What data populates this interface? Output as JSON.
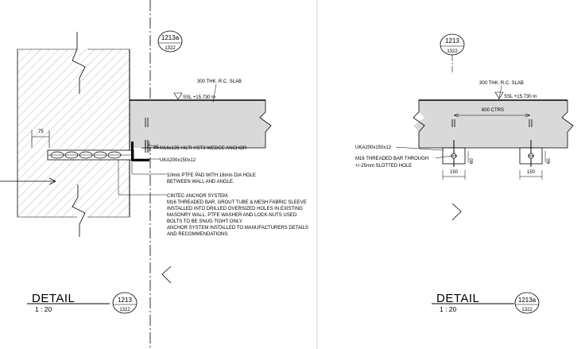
{
  "left_detail": {
    "bubble_top": {
      "number": "1213a",
      "sheet": "1322"
    },
    "slab_label": "300 THK. R.C. SLAB",
    "ssl_label": "SSL +15.730 m",
    "dim_75": "75",
    "dim_25": "25",
    "anchor_label": "M16x135 HILTI HST3 WEDGE ANCHOR",
    "angle_label": "UKA200x150x12",
    "pad_label_1": "10mm PTFE PAD WITH 18mm DIA HOLE",
    "pad_label_2": "BETWEEN WALL AND ANGLE.",
    "cintec_lines": [
      "CINTEC ANCHOR SYSTEM.",
      "M16 THREADED BAR, GROUT TUBE & MESH FABRIC SLEEVE",
      "INSTALLED INTO DRILLED OVERSIZED HOLES IN EXISTING",
      "MASONRY WALL. PTFE WASHER AND LOCK-NUTS USED.",
      "BOLTS TO BE SNUG TIGHT ONLY.",
      "ANCHOR SYSTEM INSTALLED TO MANUFACTURERS DETAILS",
      "AND RECOMMENDATIONS."
    ],
    "title": "DETAIL",
    "scale": "1 : 20",
    "bubble_bottom": {
      "number": "1213",
      "sheet": "1322"
    }
  },
  "right_detail": {
    "bubble_top": {
      "number": "1213",
      "sheet": "1322"
    },
    "slab_label": "300 THK. R.C. SLAB",
    "ssl_label": "SSL +15.730 m",
    "ctrs_label": "600 CTRS",
    "angle_label": "UKA200x150x12",
    "bar_label_1": "M16 THREADED BAR THROUGH",
    "bar_label_2": "+/-25mm SLOTTED HOLE",
    "dim_left": "150",
    "dim_right": "150",
    "dim_60_left": "60",
    "dim_60_right": "60",
    "title": "DETAIL",
    "scale": "1 : 20",
    "bubble_bottom": {
      "number": "1213a",
      "sheet": "1322"
    }
  }
}
